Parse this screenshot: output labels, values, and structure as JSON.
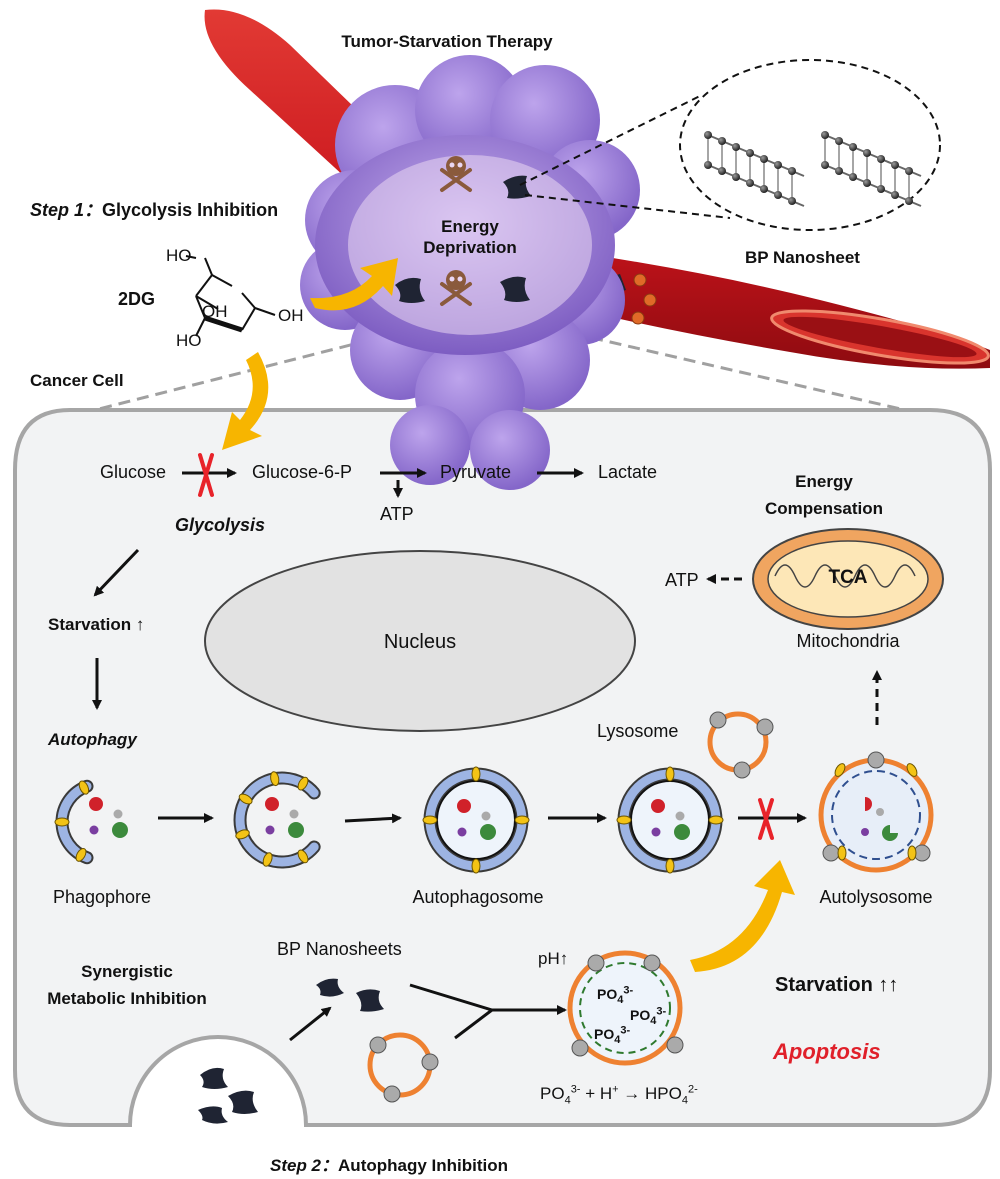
{
  "title": "Tumor-Starvation Therapy",
  "step1": {
    "prefix": "Step 1：",
    "text": "Glycolysis Inhibition"
  },
  "step2": {
    "prefix": "Step 2：",
    "text": "Autophagy Inhibition"
  },
  "drug": {
    "name": "2DG",
    "ho_top": "HO",
    "oh_a": "OH",
    "oh_b": "OH",
    "ho_bottom": "HO"
  },
  "tumor": {
    "energy": "Energy",
    "deprivation": "Deprivation"
  },
  "bp_label": "BP Nanosheet",
  "cancer_cell_label": "Cancer Cell",
  "pathway": {
    "glucose": "Glucose",
    "g6p": "Glucose-6-P",
    "pyruvate": "Pyruvate",
    "lactate": "Lactate",
    "atp": "ATP",
    "glycolysis": "Glycolysis"
  },
  "energy_compensation": {
    "line1": "Energy",
    "line2": "Compensation"
  },
  "mito": {
    "tca": "TCA",
    "atp": "ATP",
    "label": "Mitochondria"
  },
  "nucleus": "Nucleus",
  "left_flow": {
    "starvation": "Starvation ↑",
    "autophagy": "Autophagy"
  },
  "autophagy_stages": {
    "phagophore": "Phagophore",
    "autophagosome": "Autophagosome",
    "lysosome": "Lysosome",
    "autolysosome": "Autolysosome"
  },
  "synergy": {
    "line1": "Synergistic",
    "line2": "Metabolic Inhibition"
  },
  "bp_nanosheets": "BP Nanosheets",
  "ph": "pH↑",
  "phosphate": {
    "ion": "PO",
    "sub": "4",
    "sup": "3-"
  },
  "equation": {
    "a": "PO",
    "a_sub": "4",
    "a_sup": "3-",
    "b": " + H",
    "b_sup": "+",
    "arrow": " → HPO",
    "c_sub": "4",
    "c_sup": "2-"
  },
  "outcome": {
    "starvation": "Starvation ↑↑",
    "apoptosis": "Apoptosis"
  },
  "colors": {
    "vessel": "#c8141c",
    "tumor": "#9a7ad6",
    "arrow_yellow": "#f7b500",
    "membrane_blue": "#9db4e3",
    "lysosome_orange": "#ee8131",
    "mito_outer": "#f0a560",
    "mito_inner": "#fde7b7",
    "apoptosis_red": "#e0202a",
    "cross_red": "#e8232a"
  }
}
